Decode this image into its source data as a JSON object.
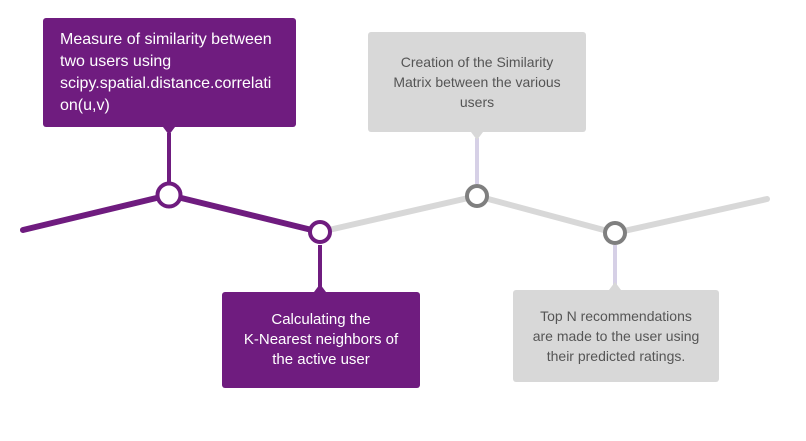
{
  "colors": {
    "active": "#6f1c7f",
    "inactive_line": "#d8d8d8",
    "inactive_node": "#7f7f7f",
    "inactive_connector": "#d6d0e6",
    "inactive_box": "#d8d8d8",
    "inactive_text": "#555555",
    "active_text": "#ffffff"
  },
  "steps": [
    {
      "id": "step-1",
      "status": "active",
      "text": "Measure of similarity between\ntwo users using\nscipy.spatial.distance.correlati\non(u,v)"
    },
    {
      "id": "step-2",
      "status": "active",
      "text": "Calculating the\nK-Nearest neighbors of\nthe active user"
    },
    {
      "id": "step-3",
      "status": "inactive",
      "text": "Creation of the Similarity\nMatrix between the various\nusers"
    },
    {
      "id": "step-4",
      "status": "inactive",
      "text": "Top N recommendations\nare made to the user using\ntheir predicted ratings."
    }
  ]
}
